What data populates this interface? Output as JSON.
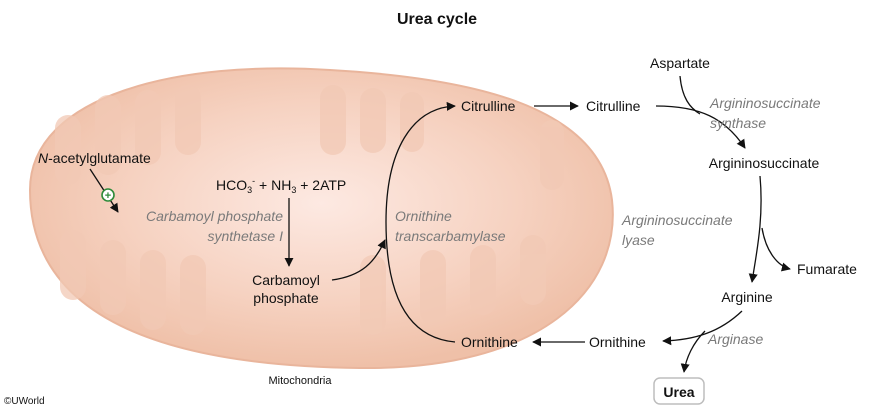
{
  "title": "Urea cycle",
  "compartment_label": "Mitochondria",
  "copyright": "©UWorld",
  "mitochondria": {
    "n_acetylglutamate_prefix": "N",
    "n_acetylglutamate_rest": "-acetylglutamate",
    "activator_symbol": "+",
    "cps_line1": "Carbamoyl phosphate",
    "cps_line2": "synthetase I",
    "hco3": "HCO",
    "hco3_sub": "3",
    "hco3_sup": "-",
    "nh3_plus": " + NH",
    "nh3_sub": "3",
    "atp": " + 2ATP",
    "carbamoyl_line1": "Carbamoyl",
    "carbamoyl_line2": "phosphate",
    "otc_line1": "Ornithine",
    "otc_line2": "transcarbamylase",
    "citrulline": "Citrulline",
    "ornithine": "Ornithine"
  },
  "cytosol": {
    "citrulline": "Citrulline",
    "aspartate": "Aspartate",
    "ass_line1": "Argininosuccinate",
    "ass_line2": "synthase",
    "argininosuccinate": "Argininosuccinate",
    "asl_line1": "Argininosuccinate",
    "asl_line2": "lyase",
    "fumarate": "Fumarate",
    "arginine": "Arginine",
    "ornithine": "Ornithine",
    "arginase": "Arginase",
    "urea": "Urea"
  },
  "colors": {
    "mito_outer": "#f1c4ad",
    "mito_inner_crista": "#f7d8c9",
    "mito_highlight": "#fbe5dc",
    "enzyme_text": "#7a7a7a",
    "activator_green": "#2e8b3a",
    "arrow": "#111111"
  }
}
